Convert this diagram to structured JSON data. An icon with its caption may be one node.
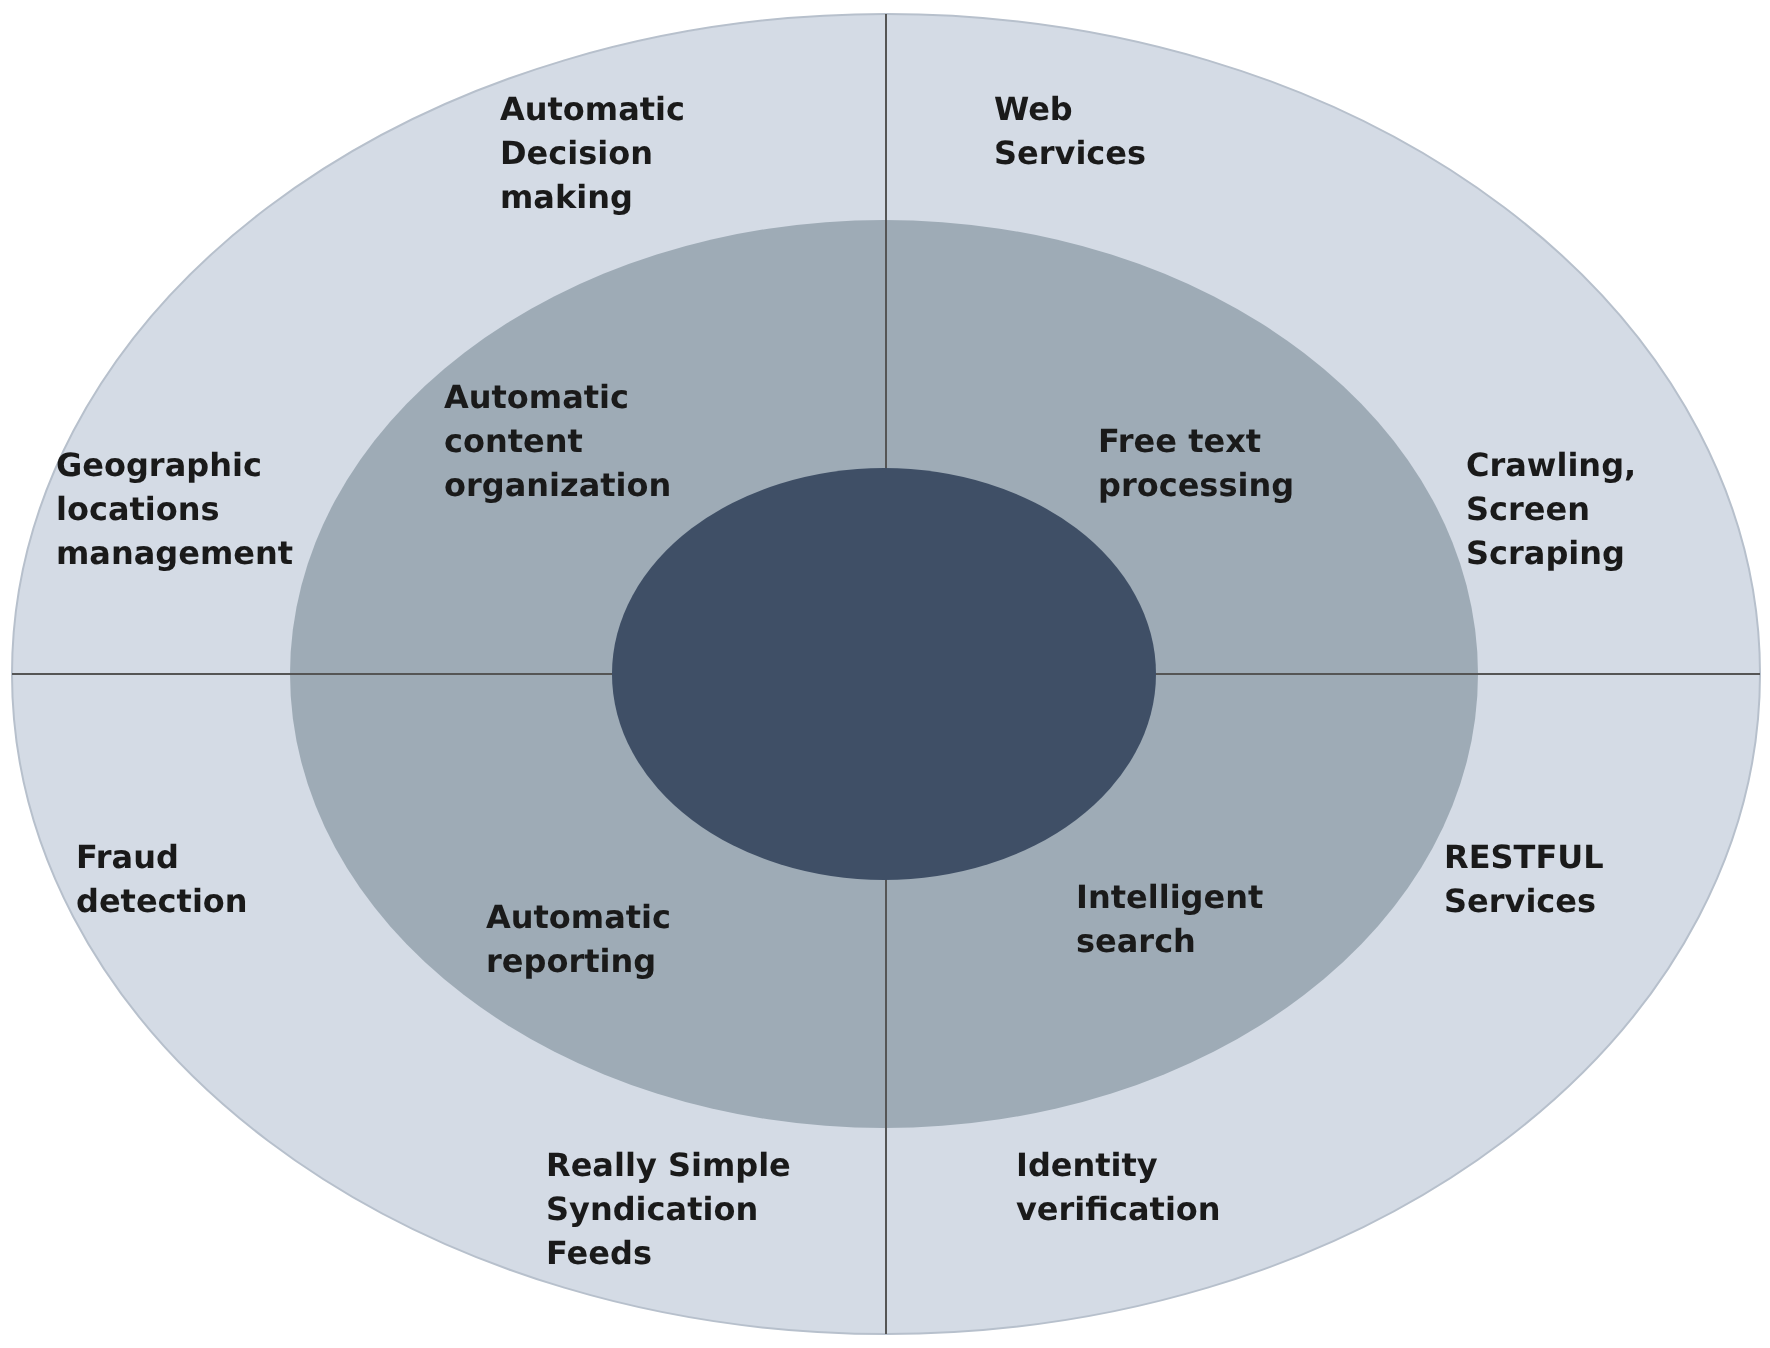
{
  "diagram": {
    "labels": [
      "Automatic Decision making",
      "Web Services",
      "Automatic content organization",
      "Free text processing",
      "Geographic locations management",
      "Crawling, Screen Scraping",
      "Fraud detection",
      "RESTFUL Services",
      "Intelligent search",
      "Automatic reporting",
      "Really Simple Syndication Feeds",
      "Identity verification"
    ]
  }
}
